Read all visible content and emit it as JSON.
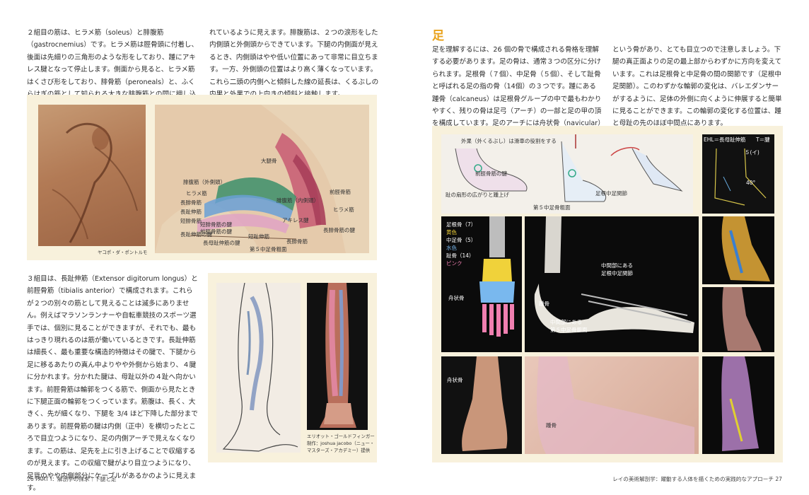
{
  "left_page": {
    "para1_col1": "２組目の筋は、ヒラメ筋（soleus）と腓腹筋（gastrocnemius）です。ヒラメ筋は脛骨頭に付着し、後面は先細りの三角形のような形をしており、踵にアキレス腱となって停止します。側面から見ると、ヒラメ筋はくさび形をしており、腓骨筋（peroneals）と、ふくらはぎの筋として知られる大きな腓腹筋との間に押し込められ",
    "para1_col2": "れているように見えます。腓腹筋は、２つの涙形をした内側頭と外側頭からできています。下腿の内側面が見えるとき、内側頭はやや低い位置にあって非常に目立ちます。一方、外側頭の位置はより高く薄くなっています。これら二頭の内側へと傾斜した線の延長は、くるぶしの内果と外果での上向きの傾斜と接触します。",
    "figure1": {
      "caption": "ヤコポ・ダ・ポントルモ",
      "labels": [
        "大腿骨",
        "腓腹筋（外側頭）",
        "ヒラメ筋",
        "長腓骨筋",
        "長趾伸筋",
        "短腓骨筋",
        "長趾伸筋の腱",
        "腓腹筋（内側頭）",
        "前脛骨筋",
        "ヒラメ筋",
        "アキレス腱",
        "長腓骨筋の腱",
        "短腓骨筋の腱",
        "短趾伸筋",
        "前脛骨筋の腱",
        "長母趾伸筋の腱",
        "第５中足骨粗面",
        "長腓骨筋"
      ]
    },
    "para2": "３組目は、長趾伸筋（Extensor digitorum longus）と前脛骨筋（tibialis anterior）で構成されます。これらが２つの別々の筋として見えることは滅多にありません。例えばマラソンランナーや自転車競技のスポーツ選手では、個別に見ることができますが、それでも、最もはっきり現れるのは筋が働いているときです。長趾伸筋は細長く、最も重要な構造的特徴はその腱で、下腿から足に移るあたりの真ん中よりやや外側から始まり、４腱に分かれます。分かれた腱は、母趾以外の４趾へ向かいます。前脛骨筋は輪郭をつくる筋で、側面から見たときに下腿正面の輪郭をつくっています。筋腹は、長く、大きく、先が細くなり、下腿を 3/4 ほど下降した部分まであります。前脛骨筋の腱は内側（正中）を横切ったところで目立つようになり、足の内側アーチで見えなくなります。この筋は、足先を上に引き上げることで収縮するのが見えます。この収縮で腱がより目立つようになり、足背のやや内側部分にケーブルがあるかのように見えます。",
    "figure2": {
      "caption": "エリオット・ゴールドフィンガー\n制作：joshua jacobo（ニュー・\nマスターズ・アカデミー）提供"
    },
    "footer": "26  PART Ⅰ：解剖学の探求｜下腿と足"
  },
  "right_page": {
    "section_title": "足",
    "para_col1": "足を理解するには、26 個の骨で構成される骨格を理解する必要があります。足の骨は、通常３つの区分に分けられます。足根骨（７個）、中足骨（５個）、そして趾骨と呼ばれる足の指の骨（14個）の３つです。踵にある踵骨（calcaneus）は足根骨グループの中で最もわかりやすく、残りの骨は足弓（アーチ）の一部と足の甲の頂を構成しています。足のアーチには舟状骨（navicular）",
    "para_col2": "という骨があり、とても目立つので注意しましょう。下腿の真正面よりの足の最上部からわずかに方向を変えています。これは足根骨と中足骨の間の関節です（足根中足関節）。このわずかな輪郭の変化は、バレエダンサーがするように、足体の外側に向くように伸展すると簡単に見ることができます。この輪郭の変化する位置は、踵と母趾の先のほぼ中間点にあります。",
    "sketch_labels": {
      "top": "外果（外くるぶし）は滑車の役割をする",
      "tendon": "前脛骨筋の腱",
      "spread": "趾の扇形の広がりと踵上げ",
      "tmt": "足根中足関節",
      "meta5": "第５中足骨粗面",
      "ehl": "EHL＝長母趾伸筋",
      "t": "T＝腱",
      "five": "５(イ)",
      "forty": "40°"
    },
    "legend": [
      {
        "name": "足根骨（7）",
        "color_label": "黄色",
        "color": "#f0d23a"
      },
      {
        "name": "中足骨（5）",
        "color_label": "水色",
        "color": "#79b8ee"
      },
      {
        "name": "趾骨（14）",
        "color_label": "ピンク",
        "color": "#f07fb0"
      }
    ],
    "xray_label": "舟状骨",
    "skeleton_labels": {
      "tmt": "中間部にある\n足根中足関節",
      "heel": "踵骨",
      "meta5": "中間部にある\n第５中足骨粗面"
    },
    "photo_labels": {
      "navicular": "舟状骨",
      "heel": "踵骨"
    },
    "footer": "レイの美術解剖学：躍動する人体を描くための実践的なアプローチ  27"
  }
}
